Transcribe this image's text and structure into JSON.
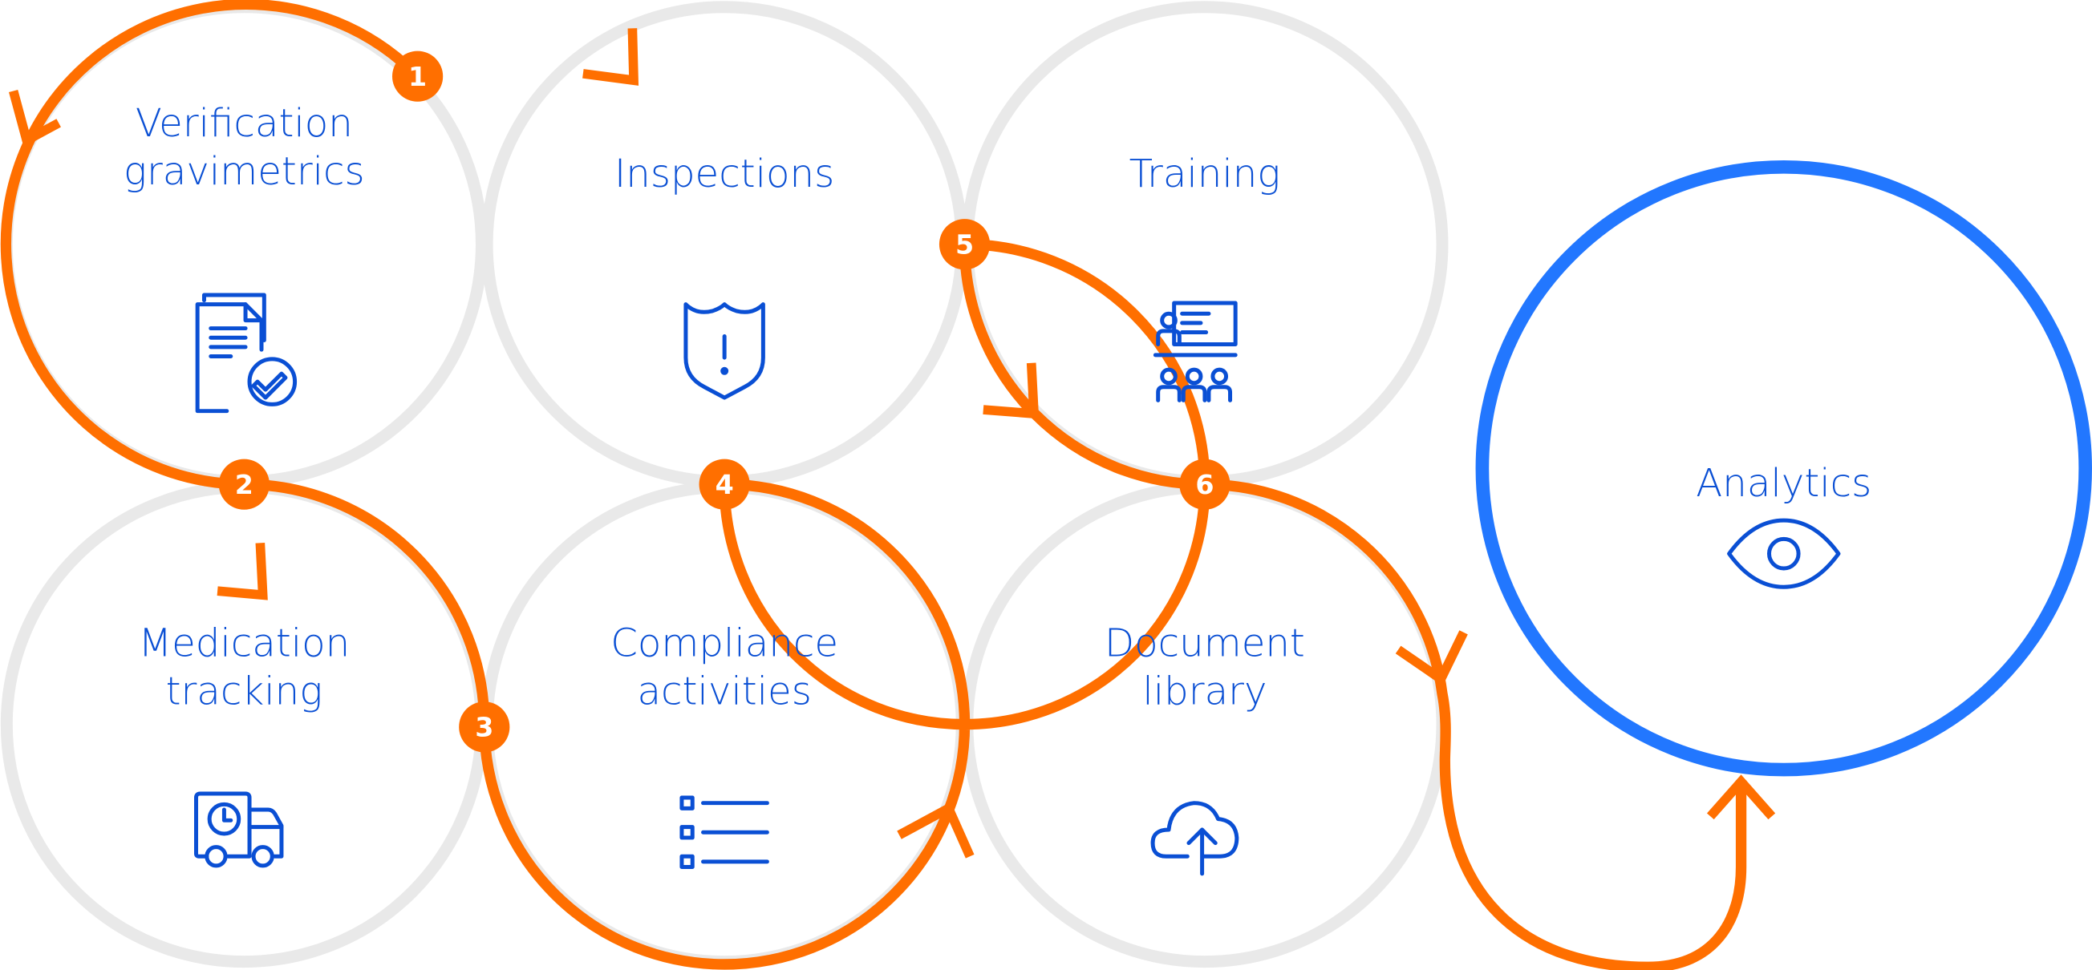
{
  "colors": {
    "accent_orange": "#ff6f00",
    "label_blue": "#0a4fd4",
    "highlight_blue": "#2277ff",
    "inactive_grey": "#e9e9e9"
  },
  "steps": [
    {
      "number": "1",
      "line1": "Verification",
      "line2": "gravimetrics",
      "icon": "document-check-icon"
    },
    {
      "number": "2",
      "line1": "Medication",
      "line2": "tracking",
      "icon": "delivery-truck-clock-icon"
    },
    {
      "number": "3",
      "line1": "Compliance",
      "line2": "activities",
      "icon": "checklist-icon"
    },
    {
      "number": "4",
      "line1": "Inspections",
      "icon": "shield-alert-icon"
    },
    {
      "number": "5",
      "line1": "Training",
      "icon": "classroom-icon"
    },
    {
      "number": "6",
      "line1": "Document",
      "line2": "library",
      "icon": "cloud-upload-icon"
    }
  ],
  "final": {
    "label": "Analytics",
    "icon": "eye-icon"
  }
}
